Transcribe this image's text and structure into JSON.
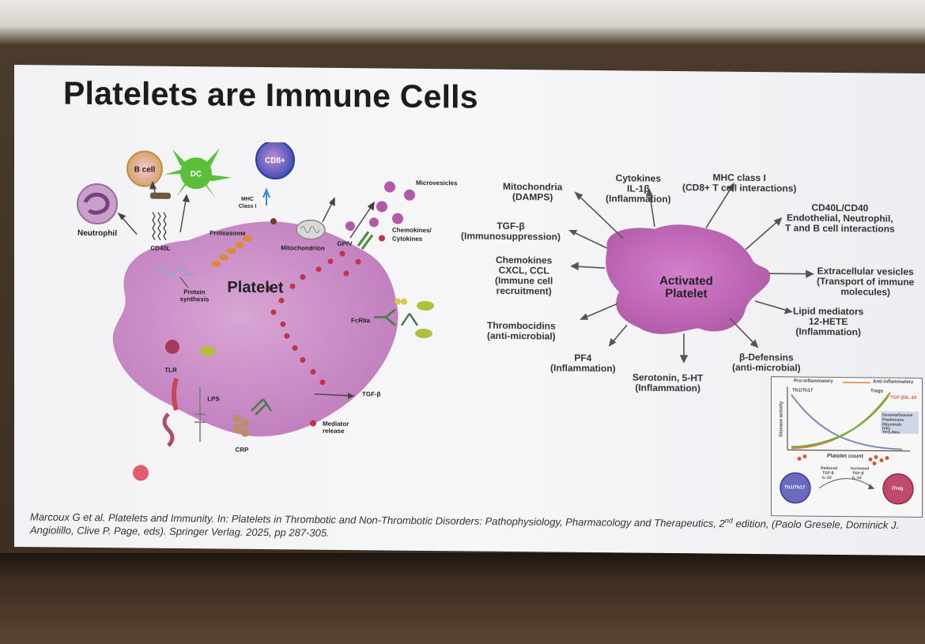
{
  "slide": {
    "title": "Platelets are Immune Cells",
    "left_diagram": {
      "main_label": "Platelet",
      "labels": {
        "b_cell": "B cell",
        "dc": "DC",
        "cd8": "CD8+",
        "neutrophil": "Neutrophil",
        "cd40l": "CD40L",
        "mhc_line1": "MHC",
        "mhc_line2": "Class I",
        "proteasome": "Proteasome",
        "mitochondrion": "Mitochondrion",
        "microvesicles": "Microvesicles",
        "gpiv": "GPIV",
        "chemokines_line1": "Chemokines/",
        "chemokines_line2": "Cytokines",
        "protein_line1": "Protein",
        "protein_line2": "synthesis",
        "fcriia": "FcRIIa",
        "tlr": "TLR",
        "lps": "LPS",
        "crp": "CRP",
        "tgfb": "TGF-β",
        "mediator_line1": "Mediator",
        "mediator_line2": "release"
      }
    },
    "right_diagram": {
      "center_line1": "Activated",
      "center_line2": "Platelet",
      "outputs": {
        "mito_1": "Mitochondria",
        "mito_2": "(DAMPS)",
        "cyto_1": "Cytokines",
        "cyto_2": "IL-1β",
        "cyto_3": "(Inflammation)",
        "mhc_1": "MHC class I",
        "mhc_2": "(CD8+ T cell interactions)",
        "cd40_1": "CD40L/CD40",
        "cd40_2": "Endothelial, Neutrophil,",
        "cd40_3": "T and B cell interactions",
        "tgf_1": "TGF-β",
        "tgf_2": "(Immunosuppression)",
        "chemo_1": "Chemokines",
        "chemo_2": "CXCL, CCL",
        "chemo_3": "(Immune cell",
        "chemo_4": "recruitment)",
        "ev_1": "Extracellular vesicles",
        "ev_2": "(Transport of immune",
        "ev_3": "molecules)",
        "lipid_1": "Lipid mediators",
        "lipid_2": "12-HETE",
        "lipid_3": "(Inflammation)",
        "thrombo_1": "Thrombocidins",
        "thrombo_2": "(anti-microbial)",
        "pf4_1": "PF4",
        "pf4_2": "(Inflammation)",
        "sero_1": "Serotonin, 5-HT",
        "sero_2": "(Inflammation)",
        "defensin_1": "β-Defensins",
        "defensin_2": "(anti-microbial)"
      }
    },
    "inset": {
      "pro_inflammatory": "Pro-inflammatory",
      "anti_inflammatory": "Anti-inflammatory",
      "th1": "Th1/Th17",
      "tregs": "Tregs",
      "tgf_il10": "TGF-β/IL-10",
      "ylabel": "Disease activity",
      "xlabel": "Platelet count",
      "drug_list": [
        "Dexamethasone",
        "Prednisone",
        "Rituximab",
        "IVIG",
        "TPO-RAs"
      ],
      "reduced_line1": "Reduced",
      "reduced_line2": "TGF-β",
      "reduced_line3": "IL-10",
      "increased_line1": "Increased",
      "increased_line2": "TGF-β",
      "increased_line3": "IL-10",
      "cell_left": "Th1/Th17",
      "cell_right": "iTreg"
    },
    "citation_part1": "Marcoux G et al. Platelets and Immunity. In: Platelets in Thrombotic and Non-Thrombotic Disorders: Pathophysiology, Pharmacology and Therapeutics, 2",
    "citation_sup": "nd",
    "citation_part2": " edition, (Paolo Gresele, Dominick J. Angiolillo,  Clive P. Page, eds). Springer Verlag. 2025, pp 287-305."
  },
  "colors": {
    "platelet_pink": "#c98fc7",
    "activated_pink": "#c46dbb",
    "arrow": "#555555",
    "granule_red": "#c0334a"
  }
}
